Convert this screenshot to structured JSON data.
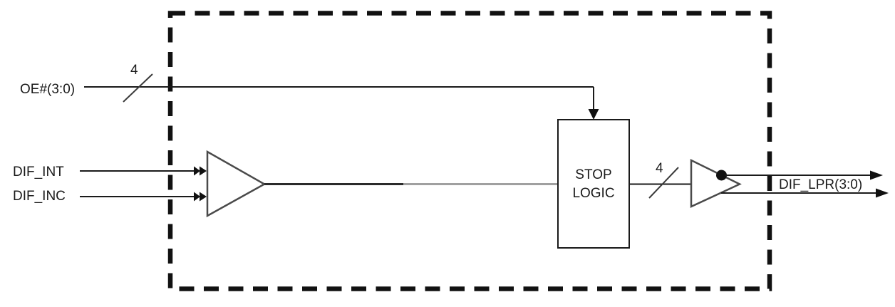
{
  "diagram": {
    "labels": {
      "oe_input": "OE#(3:0)",
      "oe_bus_width": "4",
      "dif_int_input": "DIF_INT",
      "dif_inc_input": "DIF_INC",
      "stop_logic_line1": "STOP",
      "stop_logic_line2": "LOGIC",
      "output_bus_width": "4",
      "dif_lpr_output": "DIF_LPR(3:0)"
    },
    "colors": {
      "line": "#1a1a1a",
      "gray_line": "#a0a0a0",
      "boundary": "#111111",
      "background": "#ffffff"
    }
  }
}
